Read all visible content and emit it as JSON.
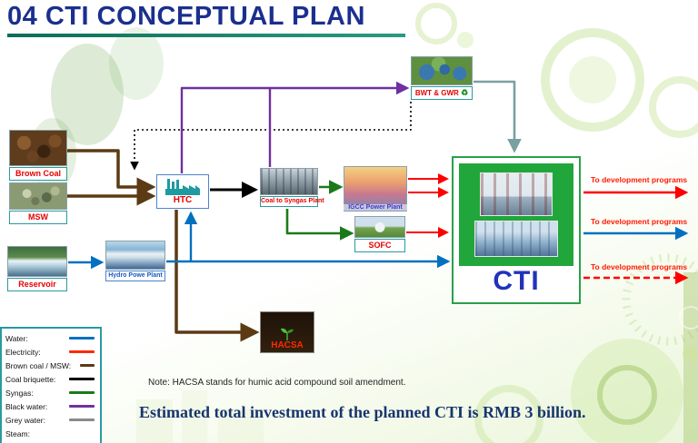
{
  "title": "04 CTI CONCEPTUAL PLAN",
  "nodes": {
    "brown_coal": {
      "label": "Brown Coal"
    },
    "msw": {
      "label": "MSW"
    },
    "reservoir": {
      "label": "Reservoir"
    },
    "htc": {
      "label": "HTC"
    },
    "coal_to_syngas": {
      "label": "Coal to Syngas Plant"
    },
    "igcc": {
      "label": "IGCC Power Plant"
    },
    "sofc": {
      "label": "SOFC"
    },
    "bwt_gwr": {
      "label": "BWT & GWR"
    },
    "hydro": {
      "label": "Hydro Powe Plant"
    },
    "hacsa": {
      "label": "HACSA"
    },
    "cti": {
      "label": "CTI"
    }
  },
  "outputs": [
    {
      "label": "To development  programs",
      "color": "#ff0000"
    },
    {
      "label": "To development  programs",
      "color": "#0070c0"
    },
    {
      "label": "To development  programs",
      "color": "#ff0000"
    }
  ],
  "legend": {
    "items": [
      {
        "label": "Water:",
        "color": "#0070c0"
      },
      {
        "label": "Electricity:",
        "color": "#ff2a00"
      },
      {
        "label": "Brown coal / MSW:",
        "color": "#5b3a14"
      },
      {
        "label": "Coal briquette:",
        "color": "#000000"
      },
      {
        "label": "Syngas:",
        "color": "#1a7a1a"
      },
      {
        "label": "Black water:",
        "color": "#7030a0"
      },
      {
        "label": "Grey water:",
        "color": "#8a8a8a"
      },
      {
        "label": "Steam:",
        "color": ""
      }
    ]
  },
  "note": "Note: HACSA stands for humic acid compound soil amendment.",
  "investment": "Estimated total investment of the planned CTI  is RMB 3 billion.",
  "icons": {
    "recycle": "♻"
  }
}
